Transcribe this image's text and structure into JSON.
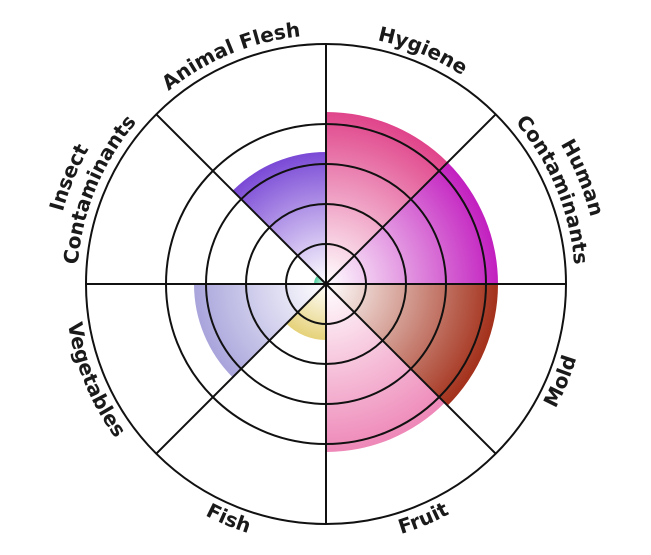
{
  "chart_data": {
    "type": "polar-area",
    "title": "",
    "categories": [
      [
        "Hygiene"
      ],
      [
        "Human",
        "Contaminants"
      ],
      [
        "Mold"
      ],
      [
        "Fruit"
      ],
      [
        "Fish"
      ],
      [
        "Vegetables"
      ],
      [
        "Insect",
        "Contaminants"
      ],
      [
        "Animal Flesh"
      ]
    ],
    "values": [
      4.3,
      4.3,
      4.3,
      4.2,
      1.4,
      3.3,
      0.3,
      3.3
    ],
    "r_range": [
      0,
      6
    ],
    "rings": 5,
    "colors": [
      "#e0448a",
      "#c21fbf",
      "#a3301a",
      "#ee88b8",
      "#e6d27a",
      "#a9a5dc",
      "#4fd0a0",
      "#7a49d6"
    ]
  }
}
